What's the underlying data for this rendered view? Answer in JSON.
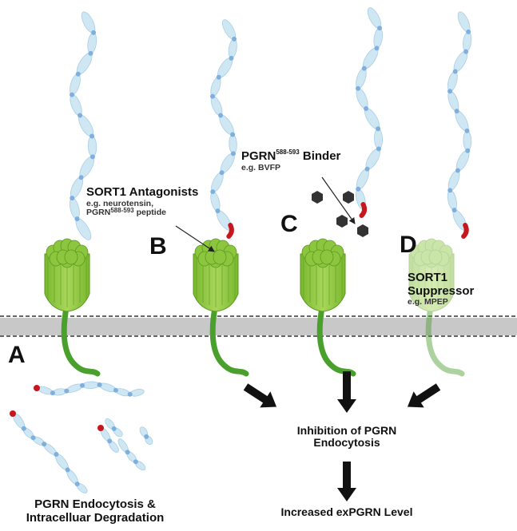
{
  "panels": {
    "A": {
      "letter": "A",
      "caption_line1": "PGRN Endocytosis &",
      "caption_line2": "Intracelluar Degradation"
    },
    "B": {
      "letter": "B",
      "title": "SORT1 Antagonists",
      "example_line1": "e.g. neurotensin,",
      "example_line2_prefix": "PGRN",
      "example_line2_sup": "588-593",
      "example_line2_suffix": " peptide"
    },
    "C": {
      "letter": "C",
      "title_prefix": "PGRN",
      "title_sup": "588-593",
      "title_suffix": " Binder",
      "example": "e.g. BVFP"
    },
    "D": {
      "letter": "D",
      "title": "SORT1 Suppressor",
      "example": "e.g. MPEP"
    }
  },
  "flow": {
    "step1_line1": "Inhibition of PGRN",
    "step1_line2": "Endocytosis",
    "step2": "Increased exPGRN Level"
  },
  "colors": {
    "receptor_green": "#8cc63f",
    "receptor_dark": "#5a9a1e",
    "tail_green": "#4aa02c",
    "pgrn_bead": "#cfe6f3",
    "pgrn_link": "#7fb0dd",
    "binding_red": "#c8161d",
    "membrane": "#c8c8c8"
  }
}
